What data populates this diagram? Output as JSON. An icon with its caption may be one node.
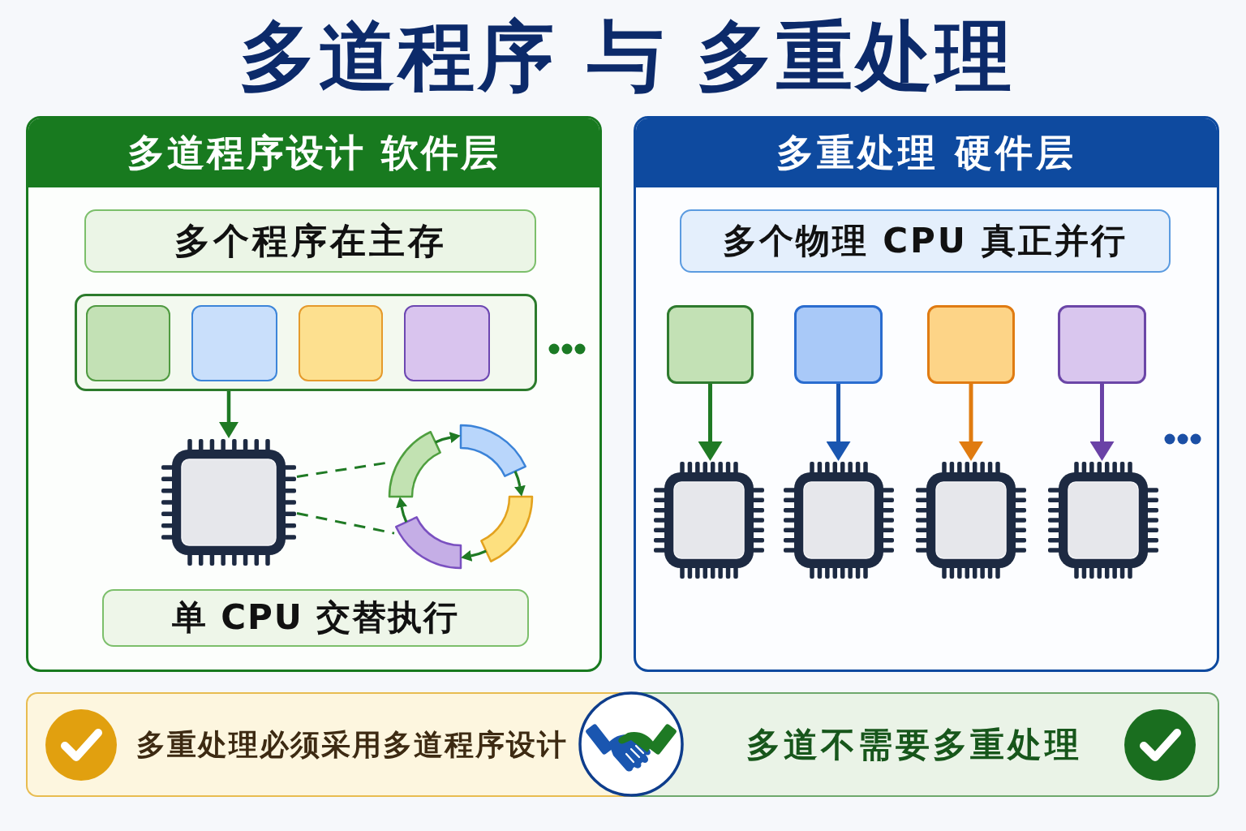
{
  "diagram": {
    "title": "多道程序 与 多重处理",
    "nodes": [
      {
        "text": [
          "多道程序设计 软件层"
        ]
      },
      {
        "text": [
          "多个程序在主存"
        ],
        "in": 0
      },
      {
        "text": [],
        "shape": "box",
        "in": 0
      },
      {
        "text": [],
        "shape": "box",
        "in": 2
      },
      {
        "text": [],
        "shape": "box",
        "in": 2
      },
      {
        "text": [],
        "shape": "box",
        "in": 2
      },
      {
        "text": [],
        "shape": "box",
        "in": 2
      },
      {
        "text": [],
        "shape": "picture",
        "in": 0
      },
      {
        "text": [],
        "shape": "arc",
        "in": 0
      },
      {
        "text": [],
        "shape": "arc",
        "in": 0
      },
      {
        "text": [],
        "shape": "arc",
        "in": 0
      },
      {
        "text": [],
        "shape": "arc",
        "in": 0
      },
      {
        "text": [
          "单 CPU 交替执行"
        ],
        "in": 0
      },
      {
        "text": [
          "多重处理 硬件层"
        ]
      },
      {
        "text": [
          "多个物理 CPU 真正并行"
        ],
        "in": 13
      },
      {
        "text": [],
        "shape": "box",
        "in": 13
      },
      {
        "text": [],
        "shape": "box",
        "in": 13
      },
      {
        "text": [],
        "shape": "box",
        "in": 13
      },
      {
        "text": [],
        "shape": "box",
        "in": 13
      },
      {
        "text": [],
        "shape": "picture",
        "in": 13
      },
      {
        "text": [],
        "shape": "picture",
        "in": 13
      },
      {
        "text": [],
        "shape": "picture",
        "in": 13
      },
      {
        "text": [],
        "shape": "picture",
        "in": 13
      },
      {
        "text": [
          "多重处理必须采用多道程序设计"
        ]
      },
      {
        "text": [
          "多道不需要多重处理"
        ]
      }
    ],
    "edges": [
      {
        "from": 2,
        "to": 7,
        "arrow": "to"
      },
      {
        "from": 7,
        "to": 8,
        "arrow": "none",
        "style": "dashed"
      },
      {
        "from": 7,
        "to": 11,
        "arrow": "none",
        "style": "dashed"
      },
      {
        "from": 8,
        "to": 9,
        "arrow": "to"
      },
      {
        "from": 9,
        "to": 10,
        "arrow": "to"
      },
      {
        "from": 10,
        "to": 11,
        "arrow": "to"
      },
      {
        "from": 11,
        "to": 8,
        "arrow": "to"
      },
      {
        "from": 15,
        "to": 19,
        "arrow": "to"
      },
      {
        "from": 16,
        "to": 20,
        "arrow": "to",
        "color": "#1a56b0"
      },
      {
        "from": 17,
        "to": 21,
        "arrow": "to",
        "color": "#e07b10"
      },
      {
        "from": 18,
        "to": 22,
        "arrow": "to",
        "color": "#6a42a6"
      }
    ]
  }
}
